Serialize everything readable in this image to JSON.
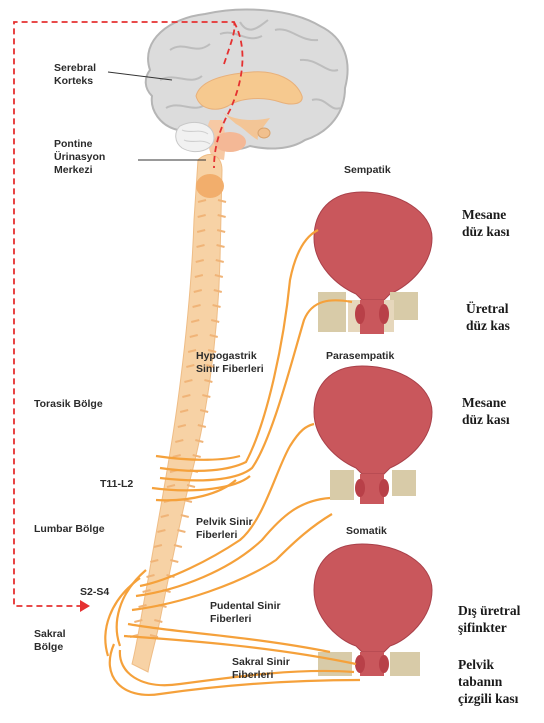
{
  "labels": {
    "serebral": [
      "Serebral",
      "Korteks"
    ],
    "pontine": [
      "Pontine",
      "Ürinasyon",
      "Merkezi"
    ],
    "torasik": "Torasik Bölge",
    "t11": "T11-L2",
    "lumbar": "Lumbar Bölge",
    "s2s4": "S2-S4",
    "sakral_bolge": [
      "Sakral",
      "Bölge"
    ],
    "hypogastrik": [
      "Hypogastrik",
      "Sinir Fiberleri"
    ],
    "pelvik_sinir": [
      "Pelvik Sinir",
      "Fiberleri"
    ],
    "pudental": [
      "Pudental Sinir",
      "Fiberleri"
    ],
    "sakral_sinir": [
      "Sakral Sinir",
      "Fiberleri"
    ],
    "sempatik": "Sempatik",
    "parasempatik": "Parasempatik",
    "somatik": "Somatik"
  },
  "effectors": {
    "mesane1": [
      "Mesane",
      "düz kası"
    ],
    "uretral": [
      "Üretral",
      "düz kas"
    ],
    "mesane2": [
      "Mesane",
      "düz kası"
    ],
    "dis_uretral": [
      "Dış üretral",
      "şifinkter"
    ],
    "pelvik_taban": [
      "Pelvik",
      "tabanın",
      "çizgili kası"
    ]
  },
  "colors": {
    "nerve": "#f5a13b",
    "spine": "#f7d2a5",
    "bladder": "#c9575c",
    "sphincter": "#b84048",
    "pelvic_floor": "#d8cba8",
    "brain": "#d9d9d9",
    "arrow": "#e53030"
  }
}
